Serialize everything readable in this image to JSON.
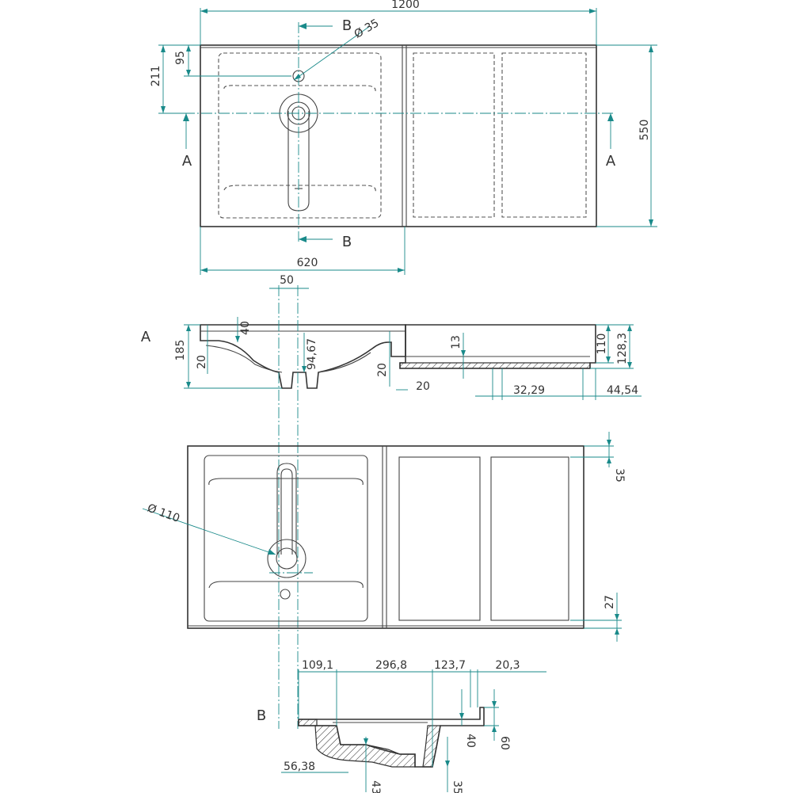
{
  "dimensions": {
    "top_width": "1200",
    "top_hole_dia": "Ø 35",
    "top_95": "95",
    "top_211": "211",
    "top_height": "550",
    "top_basin_width": "620",
    "a_50": "50",
    "a_40": "40",
    "a_94_67": "94,67",
    "a_185": "185",
    "a_20_left": "20",
    "a_20_mid": "20",
    "a_20_bottom": "20",
    "a_13": "13",
    "a_110": "110",
    "a_128_3": "128,3",
    "a_32_29": "32,29",
    "a_44_54": "44,54",
    "bottom_dia_110": "Ø 110",
    "bottom_35": "35",
    "bottom_27": "27",
    "b_109_1": "109,1",
    "b_296_8": "296,8",
    "b_123_7": "123,7",
    "b_20_3": "20,3",
    "b_40": "40",
    "b_60": "60",
    "b_56_38": "56,38",
    "b_43": "43",
    "b_35": "35"
  },
  "sections": {
    "b_top": "B",
    "b_bottom": "B",
    "a_left": "A",
    "a_right": "A",
    "a_view": "A",
    "b_view": "B"
  }
}
